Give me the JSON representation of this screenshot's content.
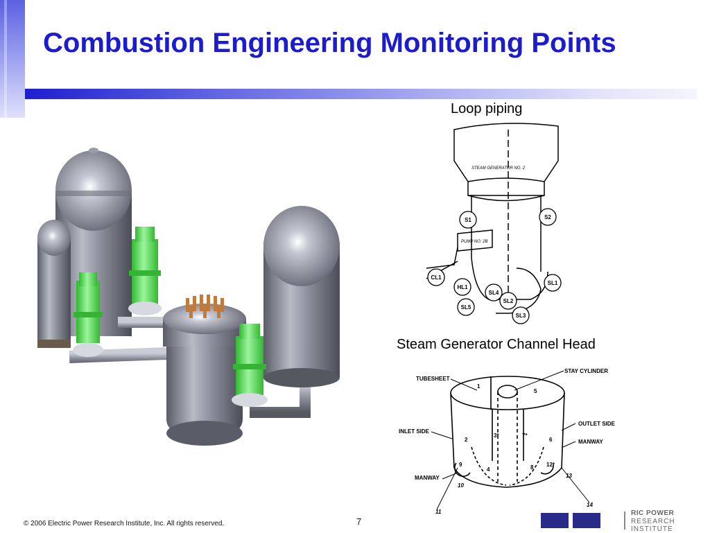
{
  "slide": {
    "title": "Combustion Engineering Monitoring Points",
    "captions": {
      "loop_piping": "Loop piping",
      "sg_channel_head": "Steam Generator Channel Head"
    },
    "footer": {
      "copyright": "© 2006 Electric Power Research Institute, Inc. All rights reserved.",
      "page_number": "7"
    },
    "logo": {
      "line1": "RIC POWER",
      "line2": "RESEARCH INSTITUTE"
    }
  },
  "loop_diagram": {
    "sg_label": "STEAM GENERATOR NO. 2",
    "pump_label": "PUMP NO. 2B",
    "points": [
      "S1",
      "S2",
      "CL1",
      "HL1",
      "SL4",
      "SL1",
      "SL2",
      "SL3",
      "SL5"
    ]
  },
  "channel_head": {
    "labels": {
      "tubesheet": "TUBESHEET",
      "stay_cylinder": "STAY CYLINDER",
      "inlet_side": "INLET SIDE",
      "outlet_side": "OUTLET SIDE",
      "manway_right": "MANWAY",
      "manway_left": "MANWAY"
    },
    "points": [
      "1",
      "2",
      "3*",
      "4",
      "5",
      "6",
      "7*",
      "8",
      "9",
      "10",
      "11",
      "12*",
      "13",
      "14"
    ]
  },
  "colors": {
    "title": "#1c1ccc",
    "vessel_gray": "#8a8d99",
    "pump_green": "#5fe25f",
    "nozzle_copper": "#c07a3c"
  }
}
